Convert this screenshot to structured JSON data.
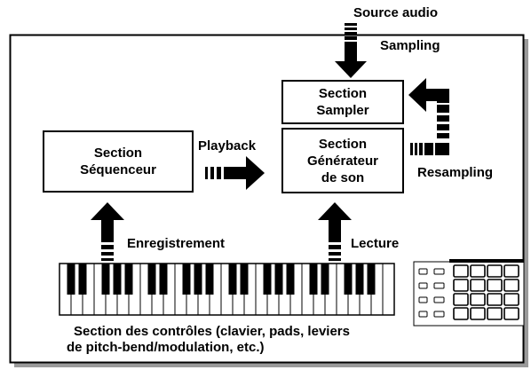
{
  "diagram": {
    "source_audio": "Source audio",
    "sampling": "Sampling",
    "sampler": "Section\nSampler",
    "sequencer": "Section\nSéquenceur",
    "generator": "Section\nGénérateur\nde son",
    "playback": "Playback",
    "resampling": "Resampling",
    "recording": "Enregistrement",
    "lecture": "Lecture",
    "controls_line1": "Section des contrôles (clavier, pads, leviers",
    "controls_line2": "de pitch-bend/modulation, etc.)"
  }
}
